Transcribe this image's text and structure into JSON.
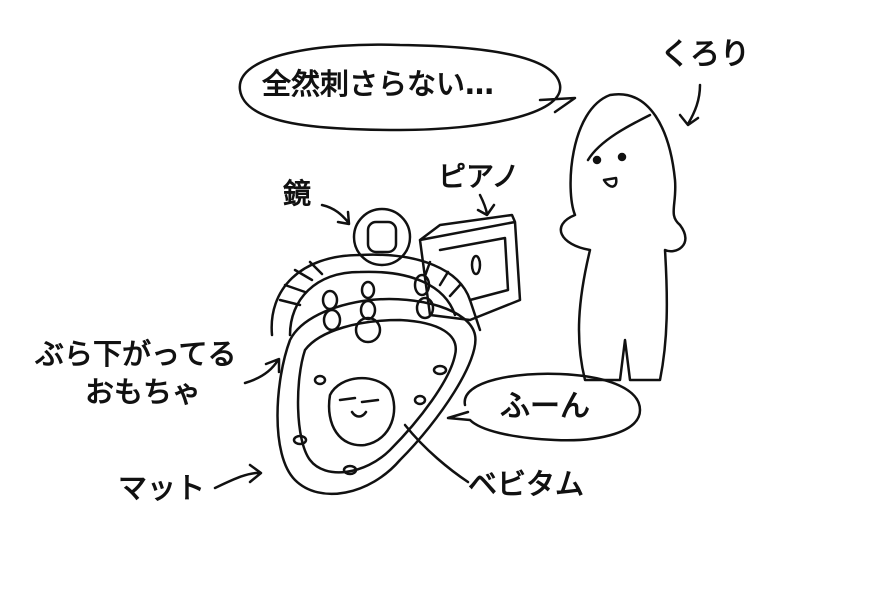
{
  "speech_bubble_main": {
    "text": "全然刺さらない…"
  },
  "speech_bubble_reply": {
    "text": "ふーん"
  },
  "labels": {
    "person": "くろり",
    "mirror": "鏡",
    "piano": "ピアノ",
    "hanging_toys_line1": "ぶら下がってる",
    "hanging_toys_line2": "おもちゃ",
    "mat": "マット",
    "baby": "ベビタム"
  },
  "colors": {
    "ink": "#111111",
    "background": "#ffffff"
  }
}
